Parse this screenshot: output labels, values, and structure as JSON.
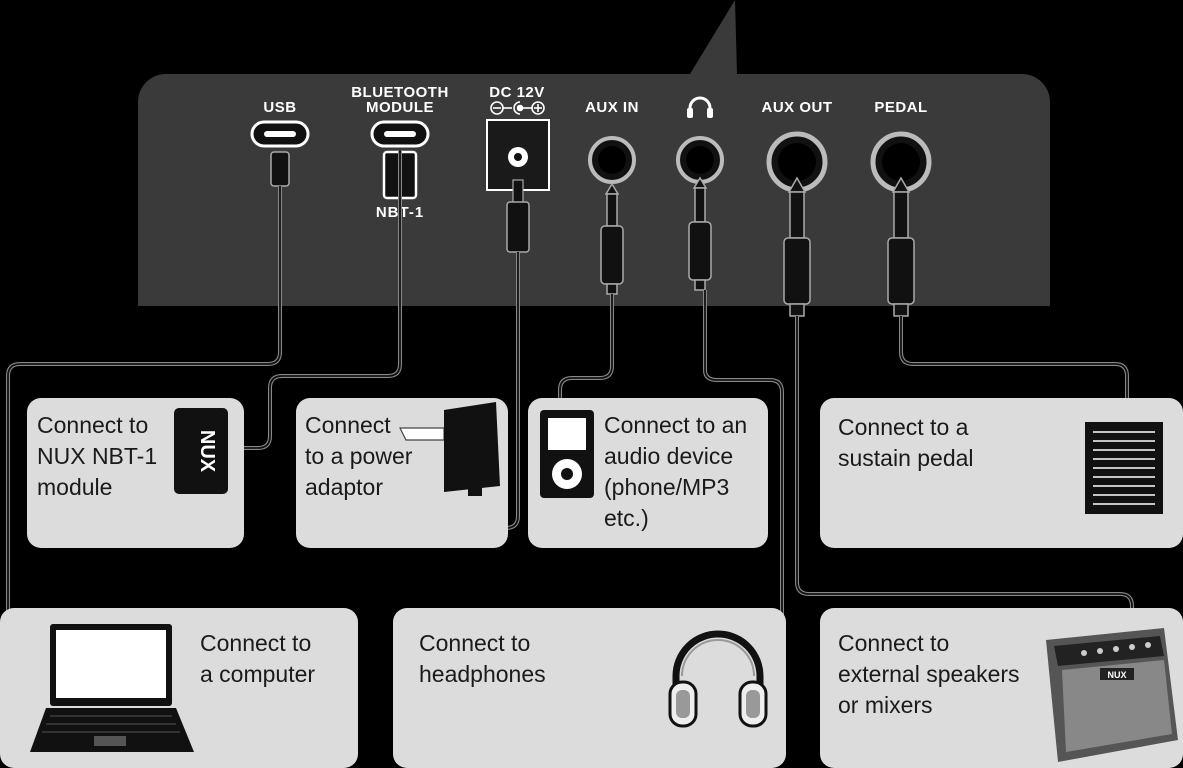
{
  "panel": {
    "ports": {
      "usb": "USB",
      "bluetooth_line1": "BLUETOOTH",
      "bluetooth_line2": "MODULE",
      "module_slot": "NBT-1",
      "dc_line1": "DC 12V",
      "aux_in": "AUX IN",
      "aux_out": "AUX OUT",
      "pedal": "PEDAL"
    }
  },
  "boxes": {
    "nbt1": [
      "Connect to",
      "NUX NBT-1",
      "module"
    ],
    "power": [
      "Connect",
      "to a power",
      "adaptor"
    ],
    "audio": [
      "Connect to an",
      "audio device",
      "(phone/MP3",
      "etc.)"
    ],
    "pedal": [
      "Connect to a",
      "sustain pedal"
    ],
    "computer": [
      "Connect to",
      "a computer"
    ],
    "headphones": [
      "Connect to",
      "headphones"
    ],
    "speakers": [
      "Connect to",
      "external speakers",
      "or mixers"
    ]
  },
  "logo": {
    "brand": "NUX"
  },
  "colors": {
    "background": "#000000",
    "panel": "#3a3a3a",
    "box": "#dcdcdc",
    "text": "#1a1a1a",
    "label": "#ffffff"
  }
}
